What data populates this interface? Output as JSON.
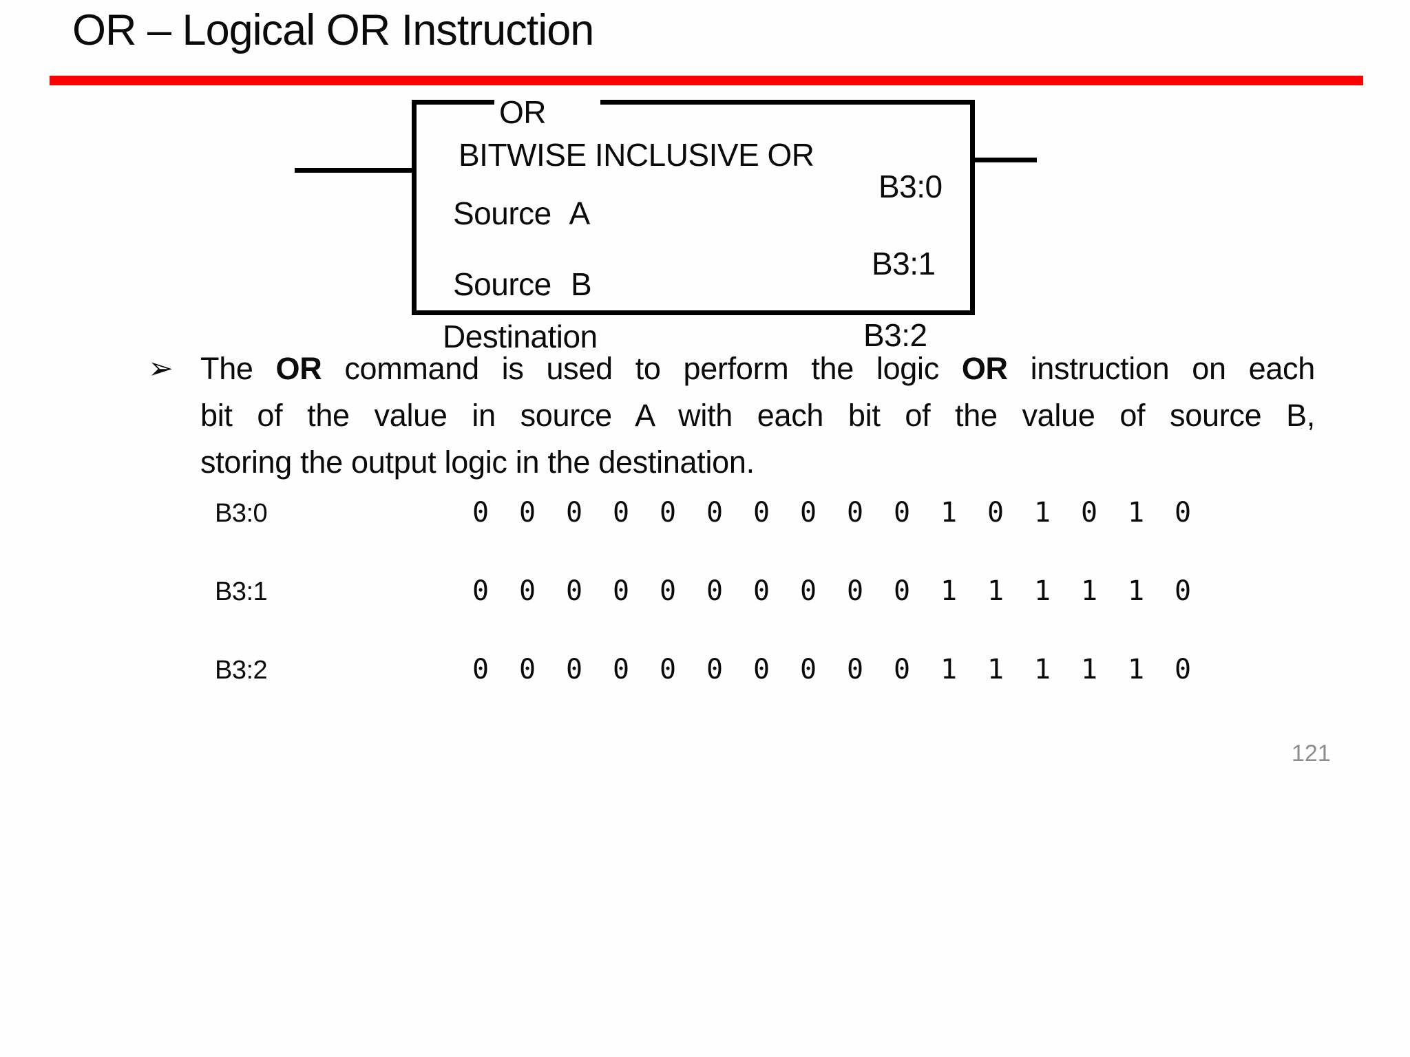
{
  "slide": {
    "title": "OR – Logical OR Instruction",
    "page_number": "121",
    "accent_color": "#ff0000"
  },
  "diagram": {
    "block_label": "OR",
    "block_title": "BITWISE INCLUSIVE OR",
    "rows": [
      {
        "label": "Source A",
        "value": "B3:0"
      },
      {
        "label": "Source B",
        "value": "B3:1"
      },
      {
        "label": "Destination",
        "value": "B3:2"
      }
    ]
  },
  "bullet": {
    "marker": "➢",
    "lines": [
      [
        {
          "t": "The ",
          "b": false
        },
        {
          "t": "OR",
          "b": true
        },
        {
          "t": " command is used to perform the logic ",
          "b": false
        },
        {
          "t": "OR",
          "b": true
        },
        {
          "t": " instruction on each",
          "b": false
        }
      ],
      [
        {
          "t": "bit of the value in source A with each bit of the value of source B,",
          "b": false
        }
      ],
      [
        {
          "t": "storing the output logic in the destination.",
          "b": false
        }
      ]
    ]
  },
  "bits": {
    "rows": [
      {
        "label": "B3:0",
        "bits": [
          "0",
          "0",
          "0",
          "0",
          "0",
          "0",
          "0",
          "0",
          "0",
          "0",
          "1",
          "0",
          "1",
          "0",
          "1",
          "0"
        ]
      },
      {
        "label": "B3:1",
        "bits": [
          "0",
          "0",
          "0",
          "0",
          "0",
          "0",
          "0",
          "0",
          "0",
          "0",
          "1",
          "1",
          "1",
          "1",
          "1",
          "0"
        ]
      },
      {
        "label": "B3:2",
        "bits": [
          "0",
          "0",
          "0",
          "0",
          "0",
          "0",
          "0",
          "0",
          "0",
          "0",
          "1",
          "1",
          "1",
          "1",
          "1",
          "0"
        ]
      }
    ]
  }
}
